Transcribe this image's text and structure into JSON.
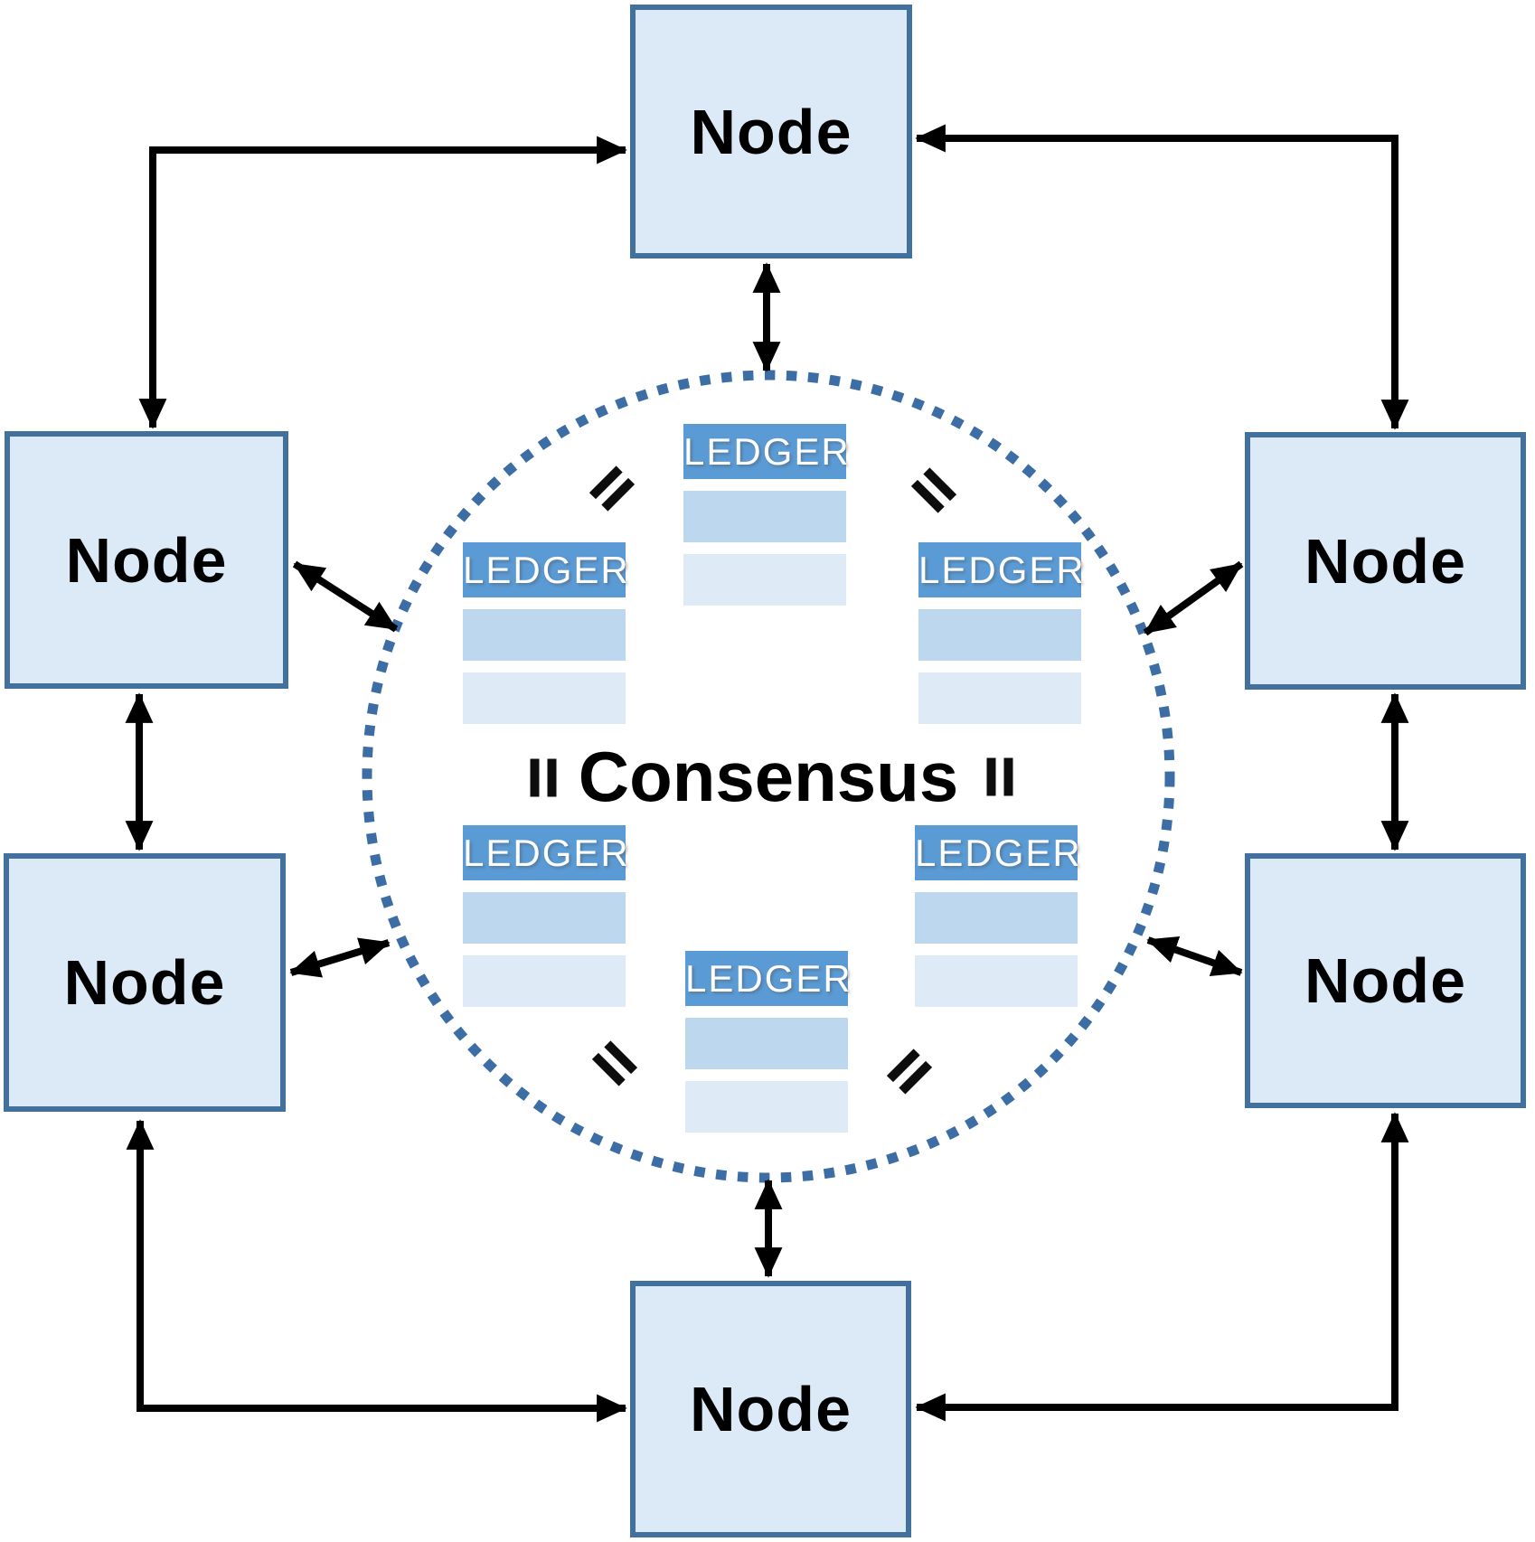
{
  "diagram": {
    "center_label": "Consensus",
    "equals_symbol": "=",
    "nodes": [
      {
        "id": "top",
        "label": "Node"
      },
      {
        "id": "upper-left",
        "label": "Node"
      },
      {
        "id": "upper-right",
        "label": "Node"
      },
      {
        "id": "lower-left",
        "label": "Node"
      },
      {
        "id": "lower-right",
        "label": "Node"
      },
      {
        "id": "bottom",
        "label": "Node"
      }
    ],
    "ledgers": [
      {
        "id": "top",
        "label": "LEDGER"
      },
      {
        "id": "upper-left",
        "label": "LEDGER"
      },
      {
        "id": "upper-right",
        "label": "LEDGER"
      },
      {
        "id": "lower-left",
        "label": "LEDGER"
      },
      {
        "id": "lower-right",
        "label": "LEDGER"
      },
      {
        "id": "bottom",
        "label": "LEDGER"
      }
    ],
    "colors": {
      "node_fill": "#dce9f7",
      "node_border": "#41719c",
      "ledger_header": "#5b9bd5",
      "ledger_row_1": "#bdd7ee",
      "ledger_row_2": "#deebf7",
      "circle_dotted": "#3c6ea5",
      "arrow": "#000000",
      "text": "#000000"
    }
  }
}
